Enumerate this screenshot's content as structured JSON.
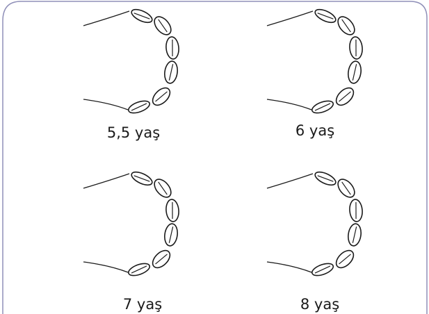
{
  "figure": {
    "frame_color": "#8f8fb8",
    "line_color": "#1a1a1a",
    "panels": [
      {
        "label": "5,5 yaş"
      },
      {
        "label": "6 yaş"
      },
      {
        "label": "7 yaş"
      },
      {
        "label": "8 yaş"
      }
    ]
  }
}
